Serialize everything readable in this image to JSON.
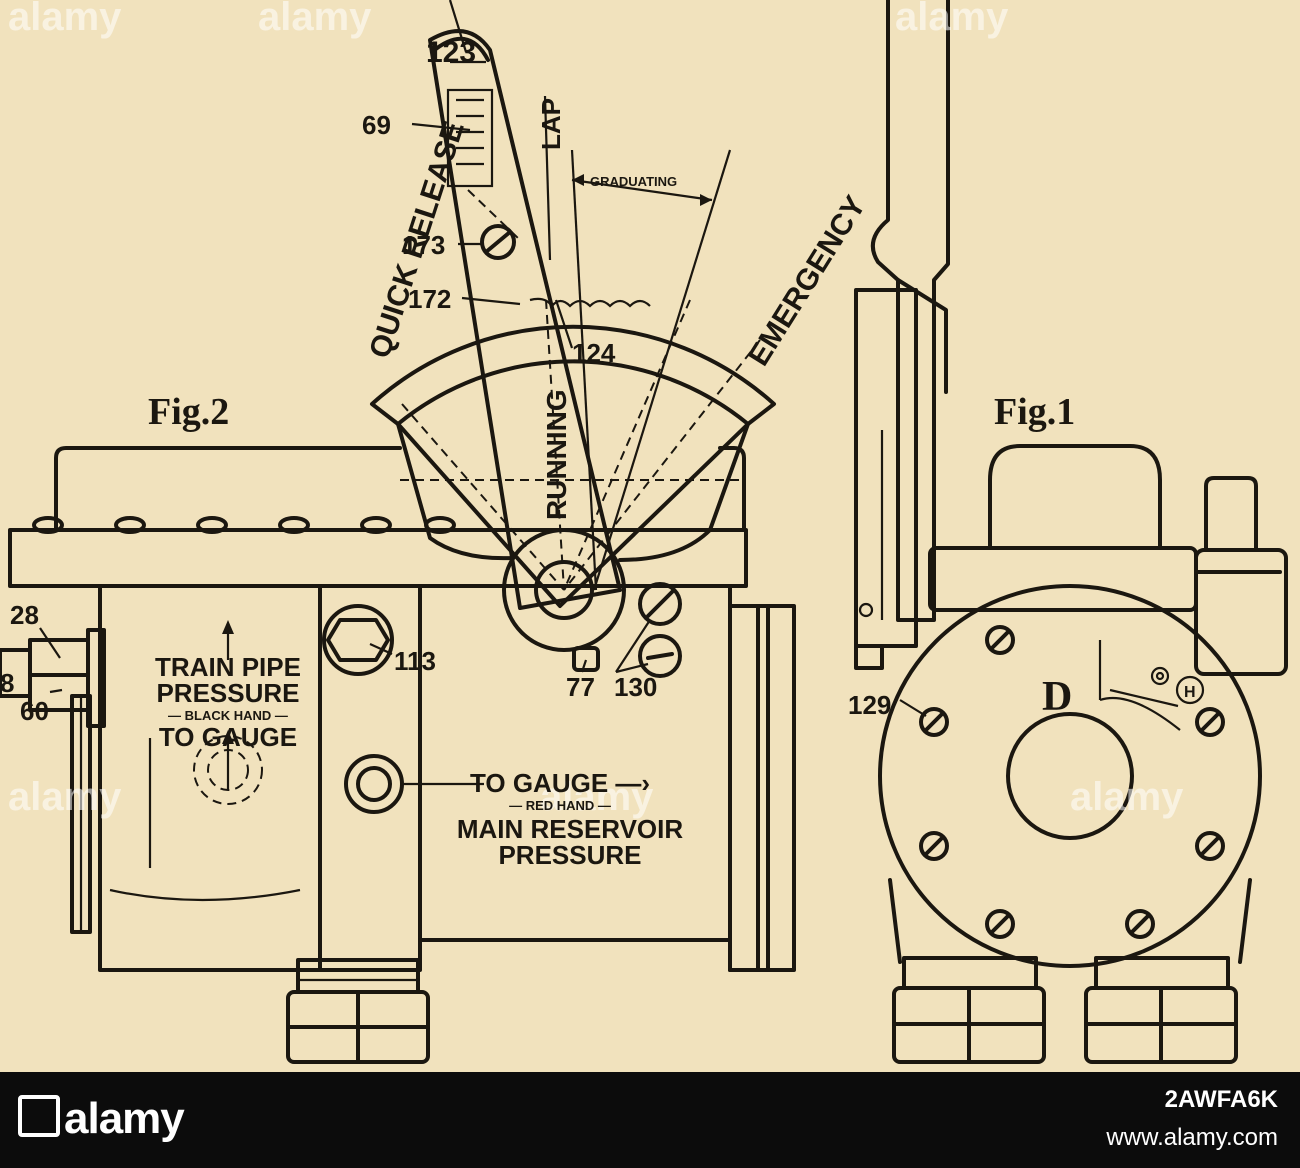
{
  "figures": {
    "fig2": "Fig.2",
    "fig1": "Fig.1"
  },
  "positions": {
    "quick_release": "QUICK RELEASE",
    "running": "RUNNING",
    "lap": "LAP",
    "graduating": "GRADUATING",
    "emergency": "EMERGENCY"
  },
  "part_numbers": {
    "p123": "123",
    "p69": "69",
    "p173": "173",
    "p172": "172",
    "p124": "124",
    "p113": "113",
    "p77": "77",
    "p130": "130",
    "p28": "28",
    "p8": "8",
    "p60": "60",
    "p129": "129",
    "pD": "D",
    "pH": "H"
  },
  "notes": {
    "train_pipe_1": "TRAIN PIPE",
    "train_pipe_2": "PRESSURE",
    "black_hand": "— BLACK HAND —",
    "to_gauge_left": "TO GAUGE",
    "to_gauge_right": "TO GAUGE —›",
    "red_hand": "— RED HAND —",
    "main_reservoir_1": "MAIN RESERVOIR",
    "main_reservoir_2": "PRESSURE"
  },
  "watermark": {
    "text": "alamy"
  },
  "footer": {
    "brand": "alamy",
    "image_id": "2AWFA6K",
    "site": "www.alamy.com"
  }
}
